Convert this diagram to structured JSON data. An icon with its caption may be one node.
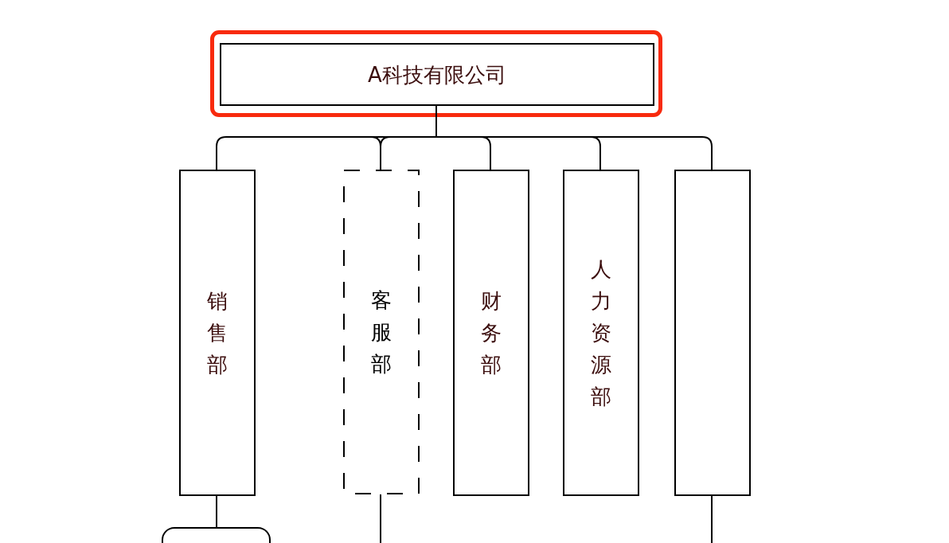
{
  "diagram": {
    "nodes": [
      {
        "text": [
          "A科技有限公司"
        ]
      },
      {
        "text": [
          "销售部"
        ]
      },
      {
        "text": [
          "客服部"
        ]
      },
      {
        "text": [
          "财务部"
        ]
      },
      {
        "text": [
          "人力资源部"
        ]
      },
      {
        "text": [],
        "shape": "box"
      },
      {
        "text": [],
        "shape": "box"
      }
    ],
    "edges": [
      {
        "from": 0,
        "to": 1,
        "arrow": "none"
      },
      {
        "from": 0,
        "to": 2,
        "arrow": "none"
      },
      {
        "from": 0,
        "to": 3,
        "arrow": "none"
      },
      {
        "from": 0,
        "to": 4,
        "arrow": "none"
      },
      {
        "from": 0,
        "to": 5,
        "arrow": "none"
      },
      {
        "from": 1,
        "to": 6,
        "arrow": "none"
      },
      {
        "from": 2,
        "to": null,
        "arrow": "none"
      },
      {
        "from": 5,
        "to": null,
        "arrow": "none"
      }
    ]
  }
}
